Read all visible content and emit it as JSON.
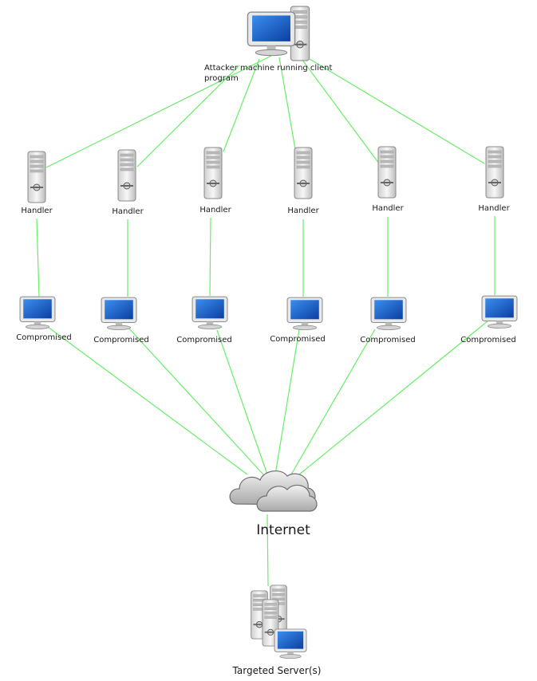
{
  "colors": {
    "link": "#66ee66",
    "screen": "#1e64c8",
    "case": "#e6e6e6",
    "cloud": "#cfcfcf"
  },
  "attacker": {
    "label_line1": "Attacker machine running client",
    "label_line2": "program",
    "icon": "desktop-server-icon"
  },
  "handlers": [
    {
      "label": "Handler"
    },
    {
      "label": "Handler"
    },
    {
      "label": "Handler"
    },
    {
      "label": "Handler"
    },
    {
      "label": "Handler"
    },
    {
      "label": "Handler"
    }
  ],
  "compromised": [
    {
      "label": "Compromised"
    },
    {
      "label": "Compromised"
    },
    {
      "label": "Compromised"
    },
    {
      "label": "Compromised"
    },
    {
      "label": "Compromised"
    },
    {
      "label": "Compromised"
    }
  ],
  "internet": {
    "label": "Internet",
    "icon": "cloud-icon"
  },
  "target": {
    "label": "Targeted Server(s)",
    "icon": "server-cluster-icon"
  }
}
